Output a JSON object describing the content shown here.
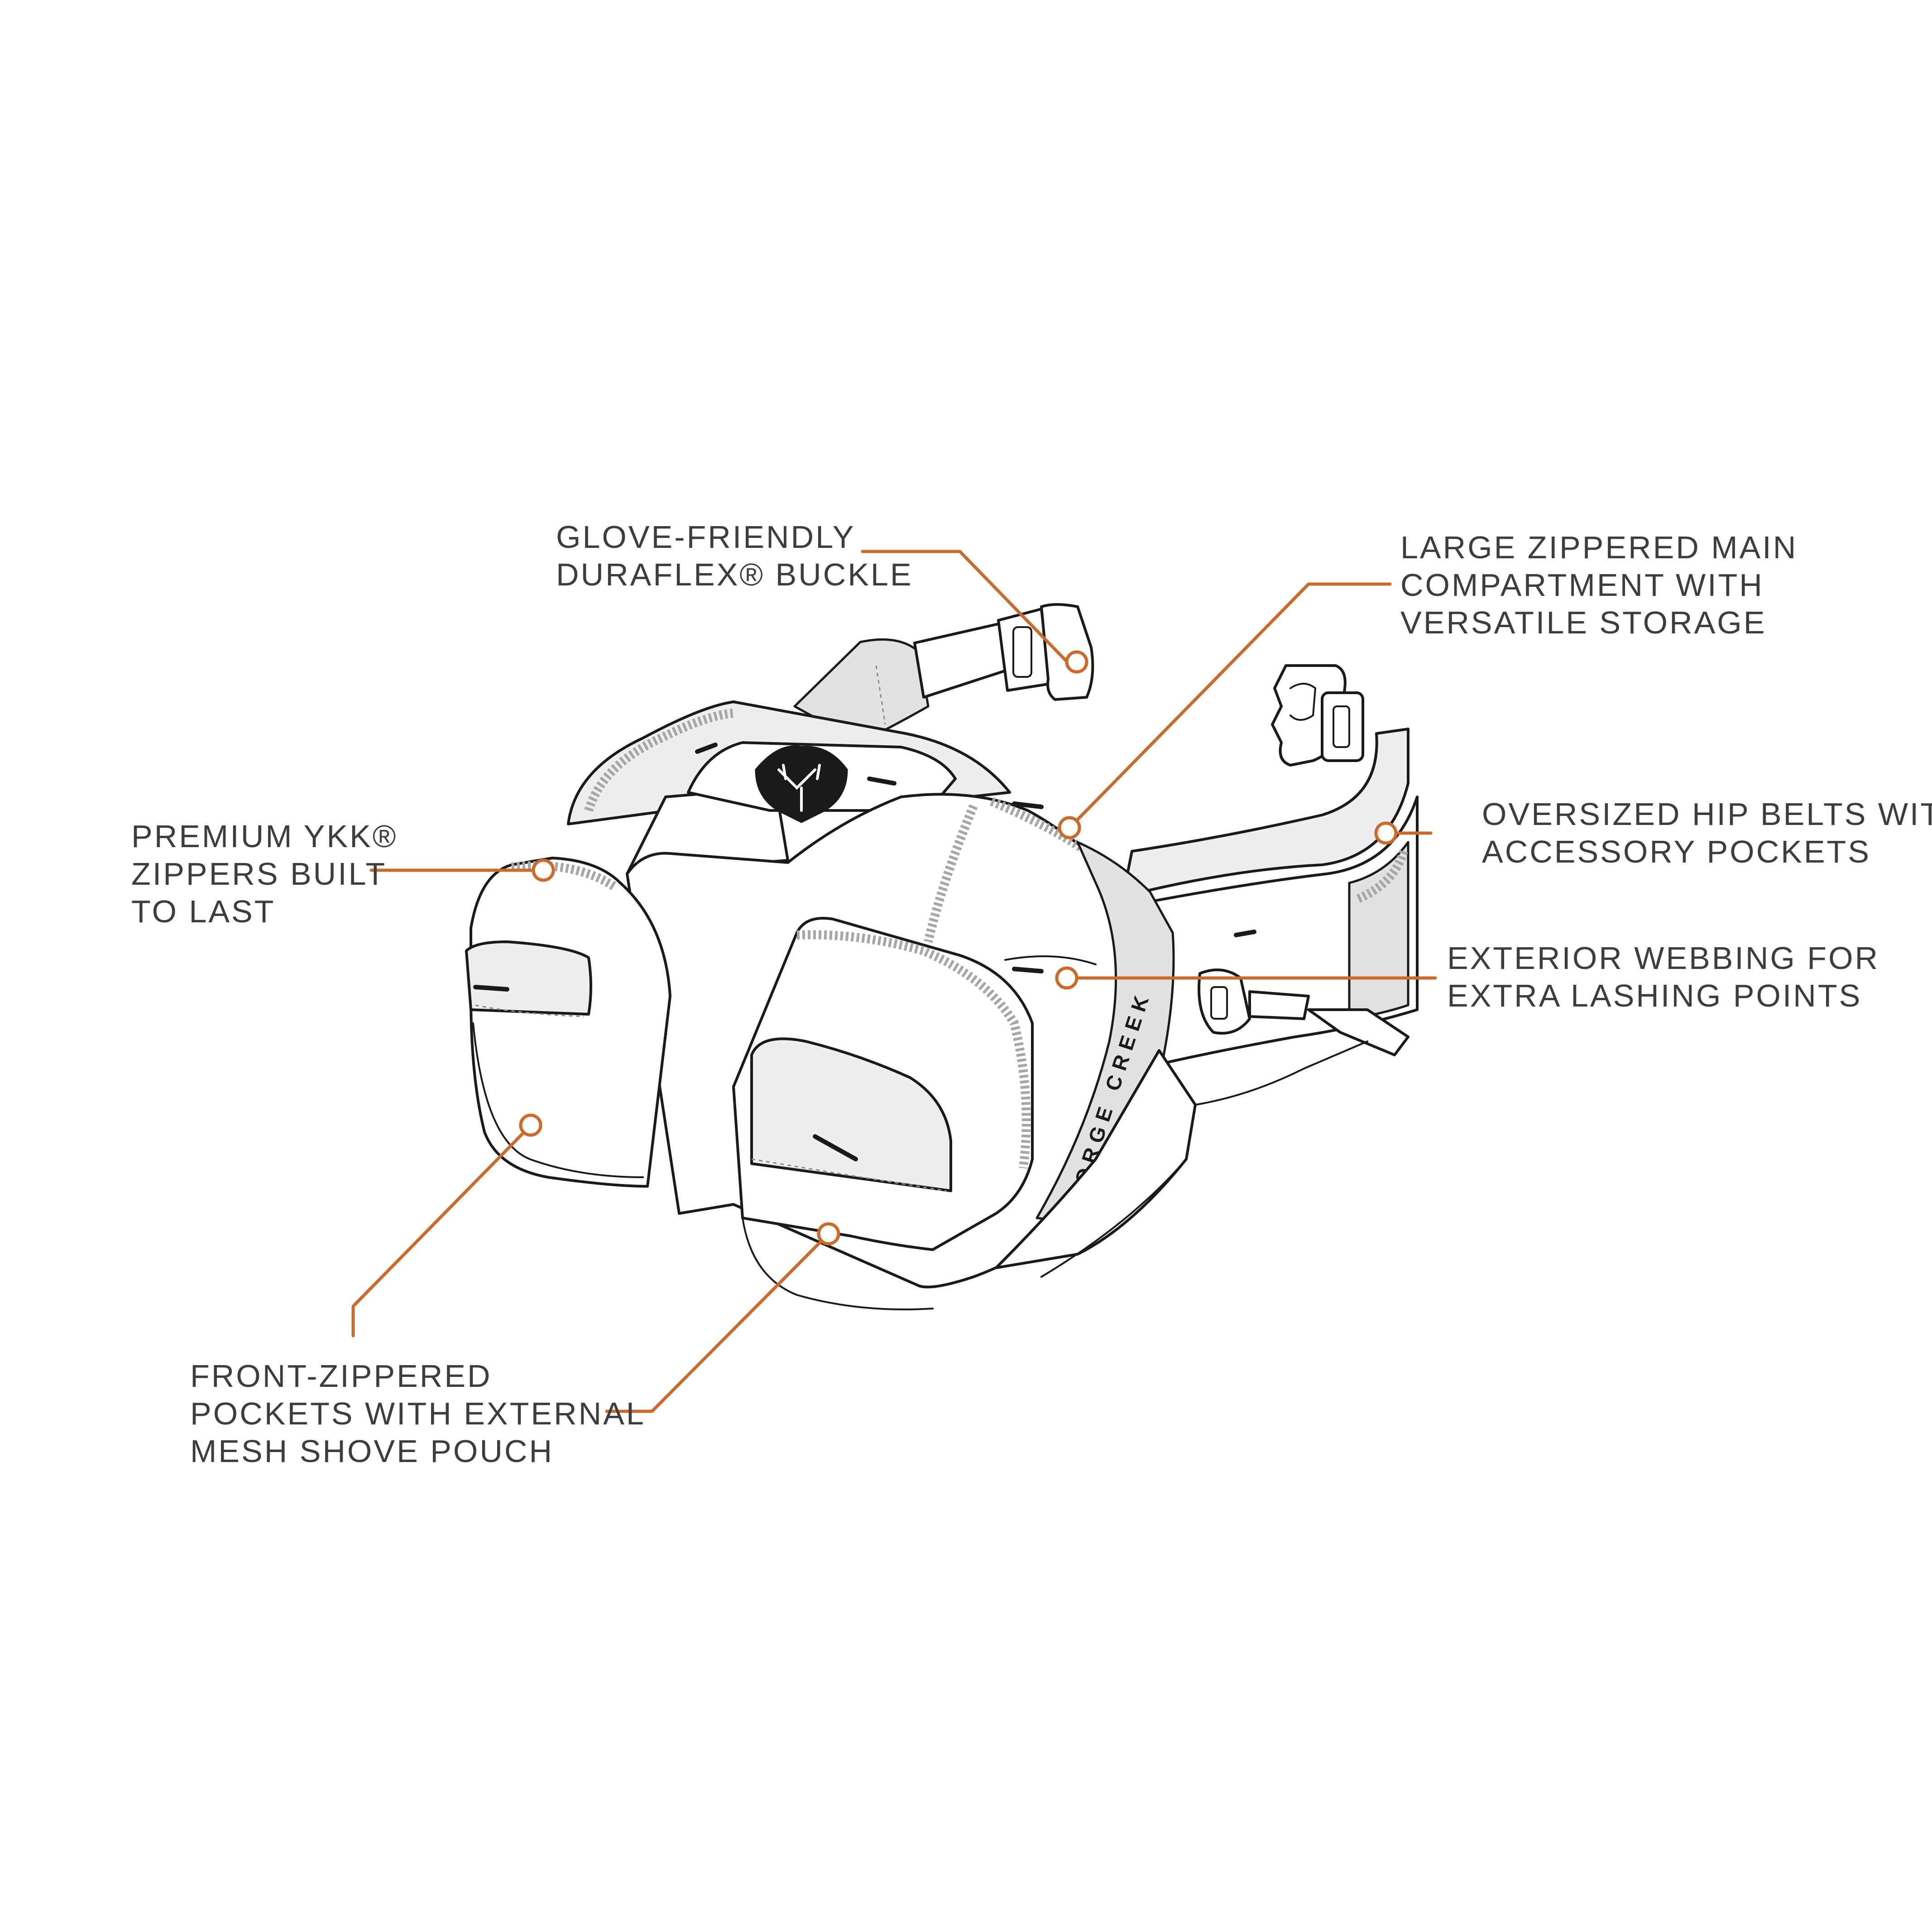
{
  "colors": {
    "accent": "#cc6a2c",
    "text": "#3d3d3d",
    "outline": "#1a1a1a",
    "zipper": "#a6a6a6"
  },
  "product": {
    "brand_mark": "FORGE CREEK"
  },
  "callouts": {
    "buckle": {
      "lines": [
        "GLOVE-FRIENDLY",
        "DURAFLEX® BUCKLE"
      ]
    },
    "main_compartment": {
      "lines": [
        "LARGE ZIPPERED MAIN",
        "COMPARTMENT WITH",
        "VERSATILE STORAGE"
      ]
    },
    "zippers": {
      "lines": [
        "PREMIUM YKK®",
        "ZIPPERS BUILT",
        "TO LAST"
      ]
    },
    "hip_belts": {
      "lines": [
        "OVERSIZED HIP BELTS WITH",
        "ACCESSORY POCKETS"
      ]
    },
    "webbing": {
      "lines": [
        "EXTERIOR WEBBING FOR",
        "EXTRA LASHING POINTS"
      ]
    },
    "front_pockets": {
      "lines": [
        "FRONT-ZIPPERED",
        "POCKETS WITH EXTERNAL",
        "MESH SHOVE POUCH"
      ]
    }
  }
}
